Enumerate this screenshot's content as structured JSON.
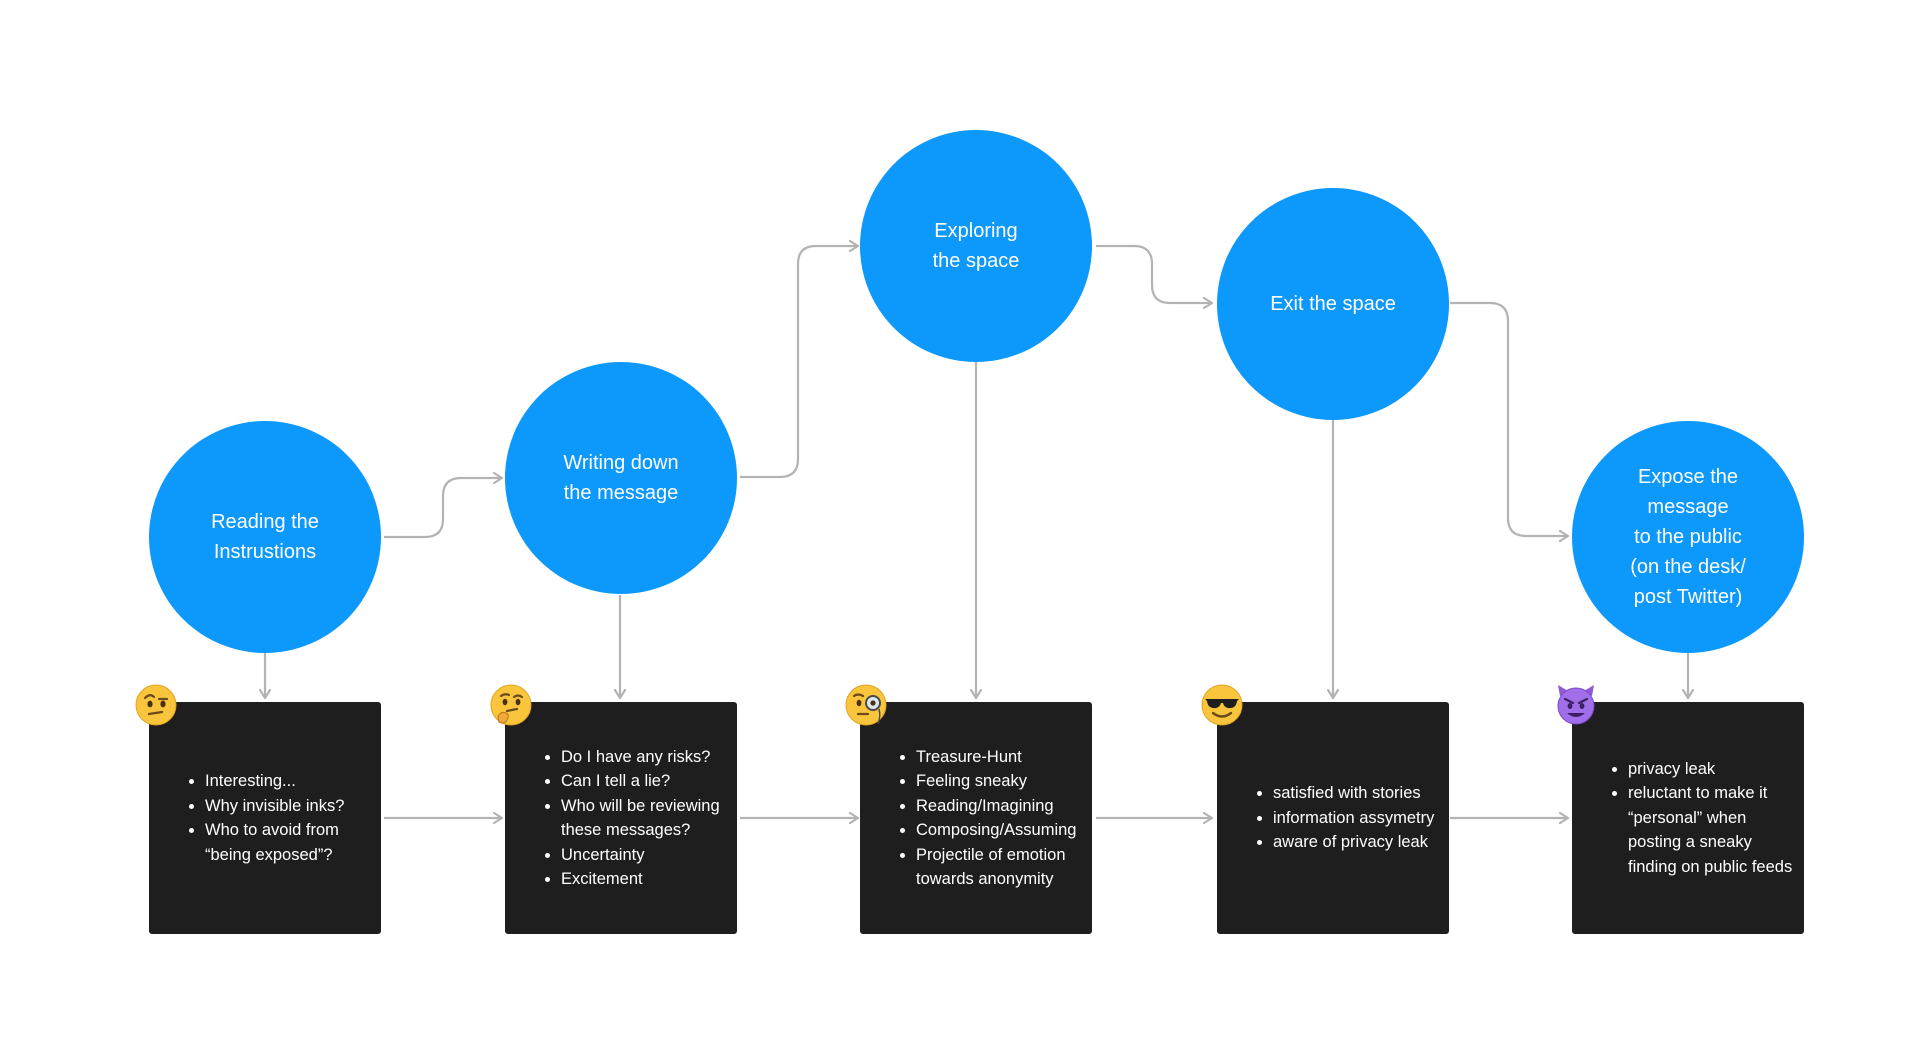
{
  "colors": {
    "node": "#0d98fb",
    "card": "#1e1e1e",
    "connector": "#b3b3b3",
    "background": "#ffffff"
  },
  "stages": [
    {
      "title": "Reading the\nInstrustions",
      "emotion_icon": "face-with-raised-eyebrow-emoji",
      "notes": [
        "Interesting...",
        "Why invisible inks?",
        "Who to avoid from\n“being exposed”?"
      ]
    },
    {
      "title": "Writing down\nthe message",
      "emotion_icon": "thinking-face-emoji",
      "notes": [
        "Do I have any risks?",
        "Can I tell a lie?",
        "Who will be reviewing\nthese messages?",
        "Uncertainty",
        "Excitement"
      ]
    },
    {
      "title": "Exploring\nthe space",
      "emotion_icon": "face-with-monocle-emoji",
      "notes": [
        "Treasure-Hunt",
        "Feeling sneaky",
        "Reading/Imagining",
        "Composing/Assuming",
        "Projectile of emotion\ntowards anonymity"
      ]
    },
    {
      "title": "Exit the space",
      "emotion_icon": "smiling-face-with-sunglasses-emoji",
      "notes": [
        "satisfied with stories",
        "information assymetry",
        "aware of privacy leak"
      ]
    },
    {
      "title": "Expose the\nmessage\nto the public\n(on the desk/\npost Twitter)",
      "emotion_icon": "smiling-face-with-horns-emoji",
      "notes": [
        "privacy leak",
        "reluctant to make it\n“personal” when\nposting a sneaky\nfinding on public feeds"
      ]
    }
  ]
}
